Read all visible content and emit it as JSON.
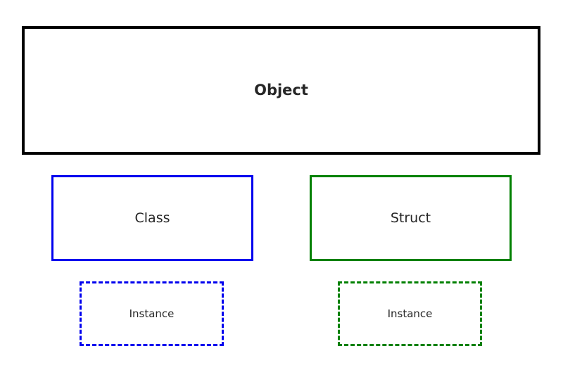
{
  "canvas": {
    "background": "#ffffff"
  },
  "diagram": {
    "boxes": {
      "object": {
        "label": "Object",
        "border_color": "#000000",
        "border_style": "solid",
        "text_color": "#262626"
      },
      "class": {
        "label": "Class",
        "border_color": "#0000ee",
        "border_style": "solid",
        "text_color": "#262626"
      },
      "struct": {
        "label": "Struct",
        "border_color": "#008000",
        "border_style": "solid",
        "text_color": "#262626"
      },
      "instance_class": {
        "label": "Instance",
        "border_color": "#0000ee",
        "border_style": "dashed",
        "text_color": "#262626"
      },
      "instance_struct": {
        "label": "Instance",
        "border_color": "#008000",
        "border_style": "dashed",
        "text_color": "#262626"
      }
    }
  }
}
